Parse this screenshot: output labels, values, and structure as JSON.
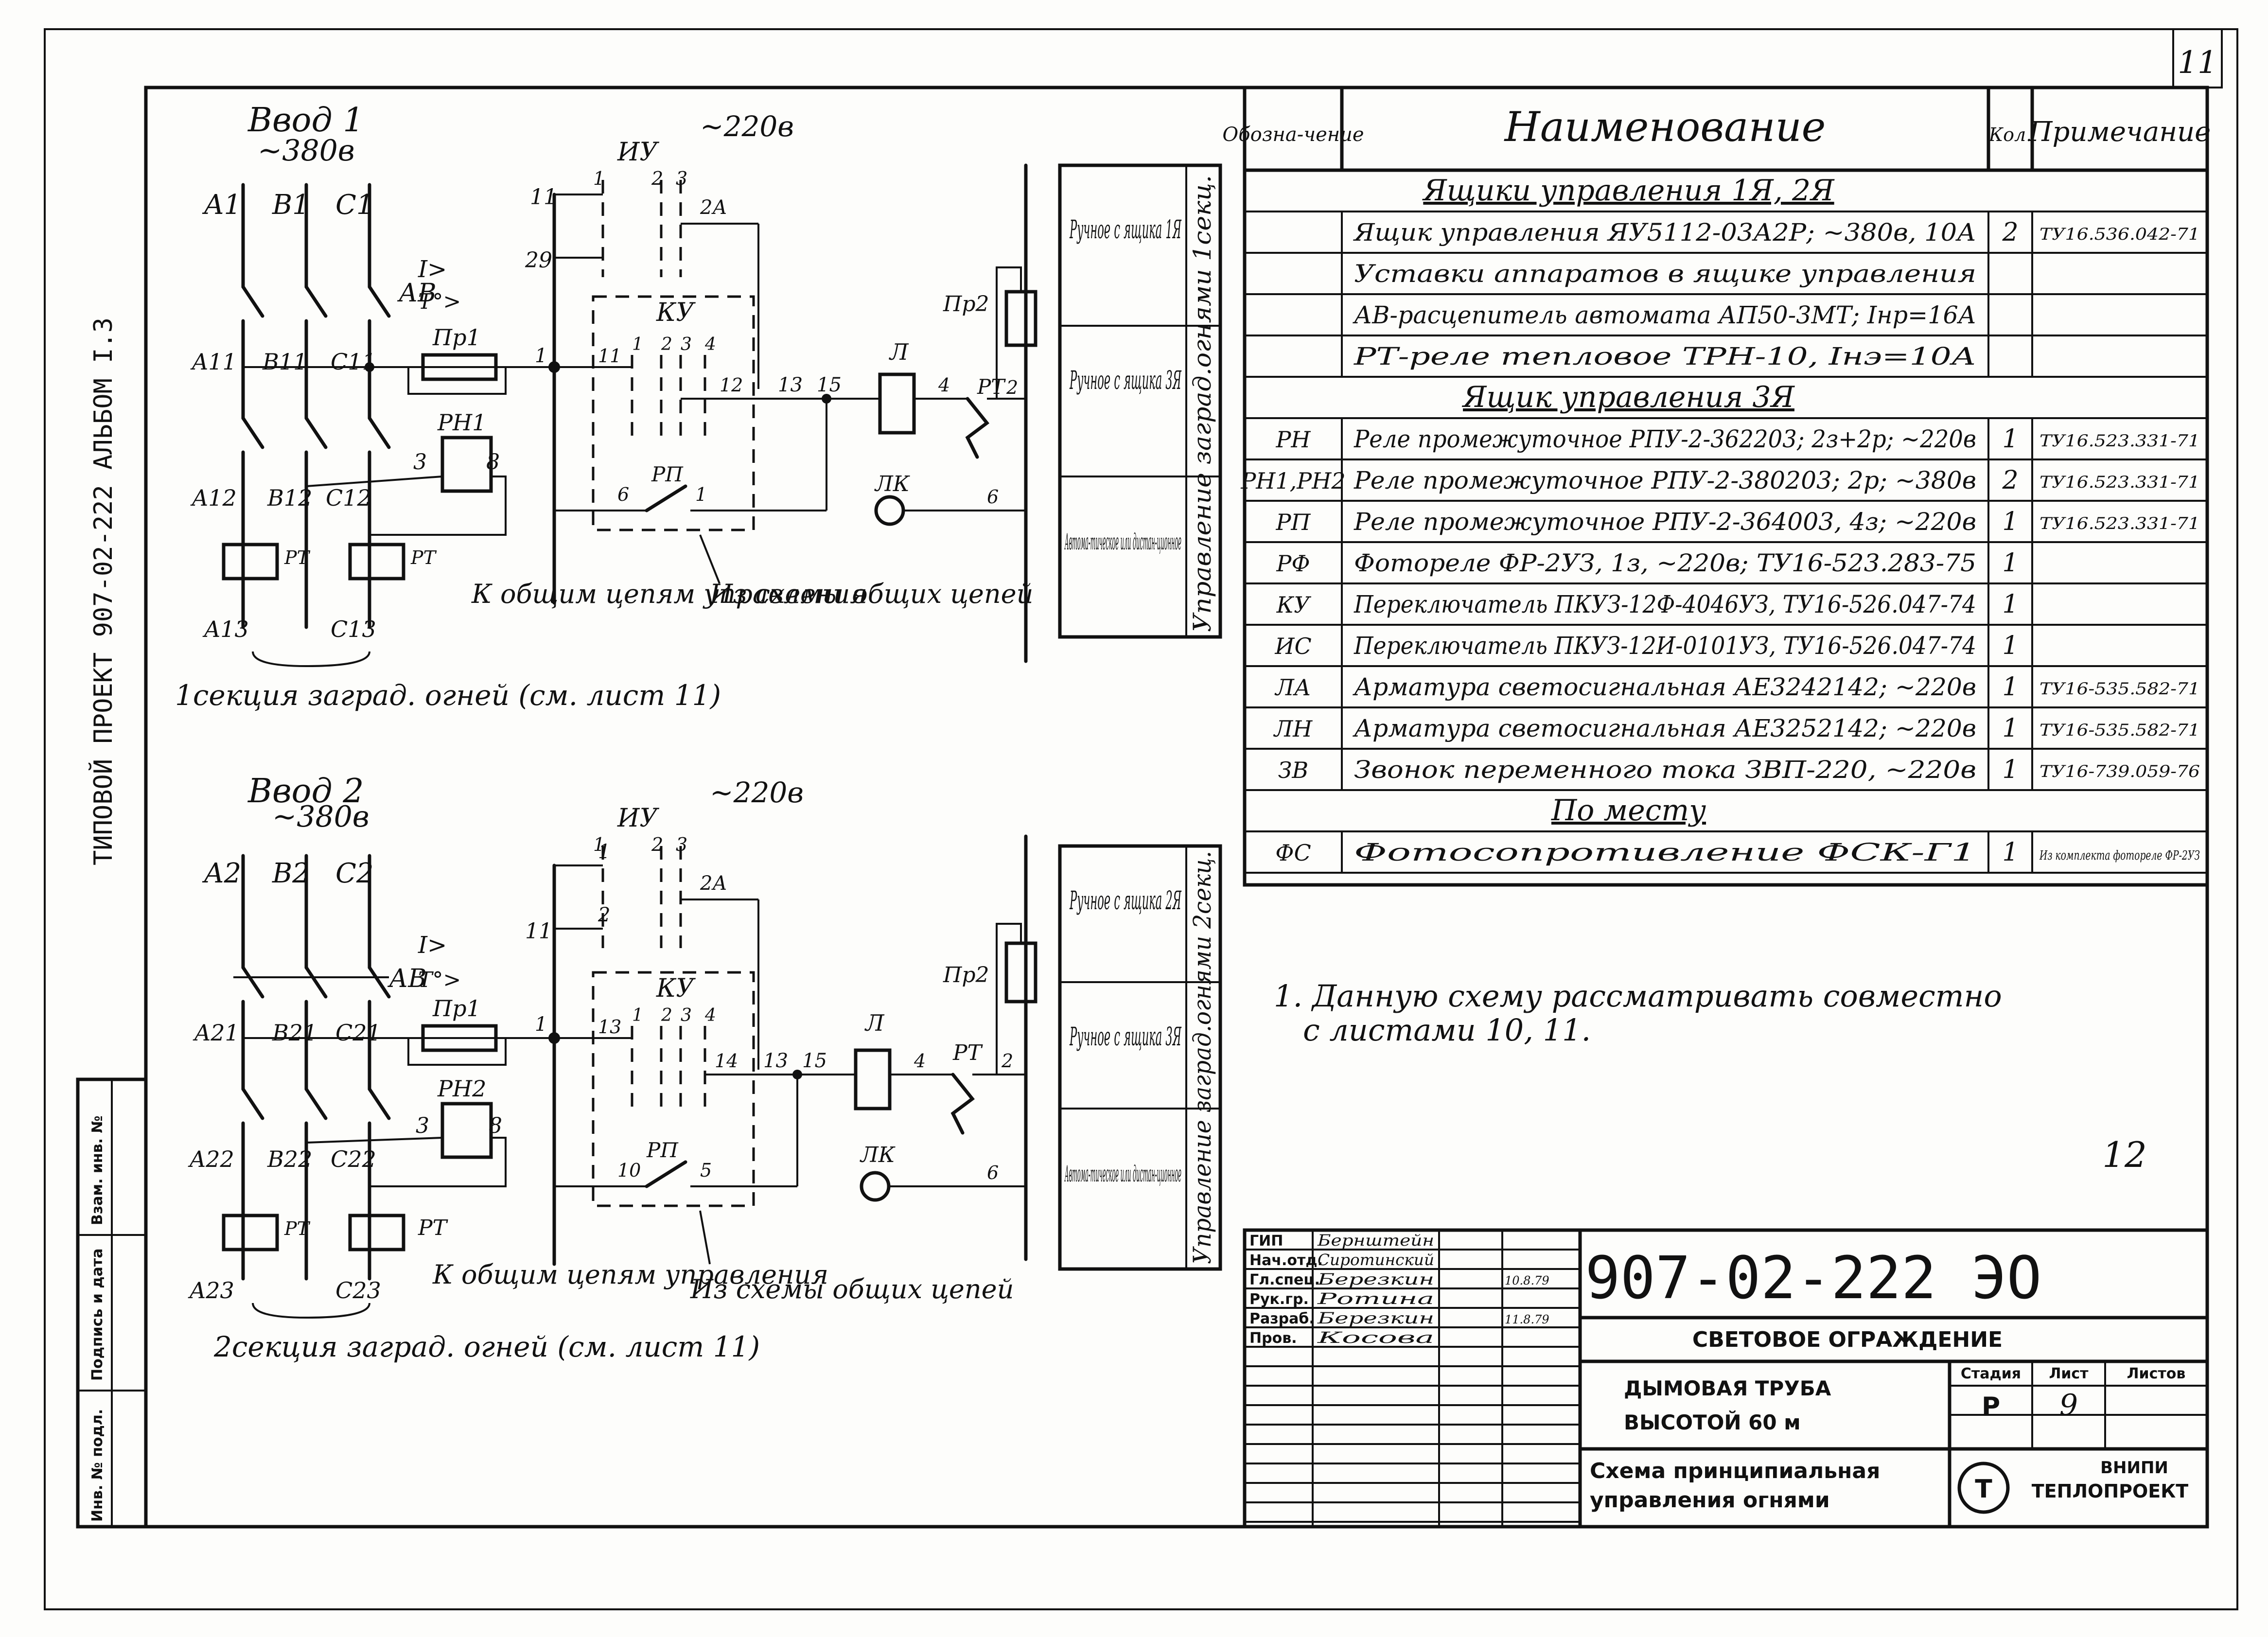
{
  "page_number": "11",
  "sheet_mark": "12",
  "side_stamp": "ТИПОВОЙ ПРОЕКТ 907-02-222 АЛЬБОМ I.3",
  "left_stamp": [
    "Инв. № подл.",
    "Подпись и дата",
    "Взам. инв. №"
  ],
  "section1": {
    "input_title": "Ввод 1",
    "input_voltage": "~380в",
    "phases": [
      "A1",
      "B1",
      "C1"
    ],
    "nodes_mid": [
      "A11",
      "B11",
      "C11"
    ],
    "nodes_low": [
      "A12",
      "B12",
      "C12"
    ],
    "nodes_out": [
      "A13",
      "C13"
    ],
    "breaker": "АВ",
    "breaker_marks": [
      "I>",
      "T°>"
    ],
    "fuse": "Пр1",
    "relay": "РН1",
    "thermal": "РТ",
    "wire_numbers": [
      "1",
      "3",
      "8",
      "11",
      "29",
      "1",
      "2",
      "2А",
      "11",
      "12",
      "13",
      "15",
      "4",
      "2",
      "6",
      "6",
      "1"
    ],
    "switch_iu": "ИУ",
    "iu_contacts": [
      "1",
      "2",
      "3"
    ],
    "switch_ku": "КУ",
    "ku_contacts": [
      "1",
      "2",
      "3",
      "4"
    ],
    "rp_label": "РП",
    "lamp_l": "Л",
    "lamp_lk": "ЛК",
    "fuse2": "Пр2",
    "rt_right": "РТ",
    "voltage_220": "~220в",
    "note_common": "К общим цепям управления",
    "note_scheme": "Из схемы общих цепей",
    "section_note": "1секция заград. огней (см. лист 11)",
    "modes": [
      "Ручное с ящика 1Я",
      "Ручное с ящика 3Я",
      "Автома-тическое или дистан-ционное"
    ],
    "mode_caption": "Управление заград.огнями 1секц."
  },
  "section2": {
    "input_title": "Ввод 2",
    "input_voltage": "~380в",
    "phases": [
      "A2",
      "B2",
      "C2"
    ],
    "nodes_mid": [
      "A21",
      "B21",
      "C21"
    ],
    "nodes_low": [
      "A22",
      "B22",
      "C22"
    ],
    "nodes_out": [
      "A23",
      "C23"
    ],
    "breaker": "АВ",
    "breaker_marks": [
      "I>",
      "T°>"
    ],
    "fuse": "Пр1",
    "relay": "РН2",
    "thermal": "РТ",
    "wire_numbers": [
      "1",
      "3",
      "8",
      "1",
      "11",
      "2",
      "2А",
      "13",
      "14",
      "13",
      "15",
      "4",
      "2",
      "6",
      "10",
      "5"
    ],
    "switch_iu": "ИУ",
    "iu_contacts": [
      "1",
      "2",
      "3"
    ],
    "switch_ku": "КУ",
    "ku_contacts": [
      "1",
      "2",
      "3",
      "4"
    ],
    "rp_label": "РП",
    "lamp_l": "Л",
    "lamp_lk": "ЛК",
    "fuse2": "Пр2",
    "rt_right": "РТ",
    "voltage_220": "~220в",
    "note_common": "К общим цепям управления",
    "note_scheme": "Из схемы общих цепей",
    "section_note": "2секция заград. огней (см. лист 11)",
    "modes": [
      "Ручное с ящика 2Я",
      "Ручное с ящика 3Я",
      "Автома-тическое или дистан-ционное"
    ],
    "mode_caption": "Управление заград.огнями 2секц."
  },
  "spec_table": {
    "headers": [
      "Обозна-чение",
      "Наименование",
      "Кол.",
      "Примечание"
    ],
    "rows": [
      {
        "type": "section",
        "name": "Ящики управления 1Я, 2Я"
      },
      {
        "type": "item",
        "code": "",
        "name": "Ящик управления ЯУ5112-03А2Р; ~380в, 10А",
        "qty": "2",
        "note": "ТУ16.536.042-71"
      },
      {
        "type": "item",
        "code": "",
        "name": "Уставки аппаратов в ящике управления",
        "qty": "",
        "note": ""
      },
      {
        "type": "item",
        "code": "",
        "name": "АВ-расцепитель автомата АП50-3МТ; Iнр=16А",
        "qty": "",
        "note": ""
      },
      {
        "type": "item",
        "code": "",
        "name": "РТ-реле тепловое ТРН-10, Iнэ=10А",
        "qty": "",
        "note": ""
      },
      {
        "type": "section",
        "name": "Ящик управления 3Я"
      },
      {
        "type": "item",
        "code": "РН",
        "name": "Реле промежуточное РПУ-2-362203; 2з+2р; ~220в",
        "qty": "1",
        "note": "ТУ16.523.331-71"
      },
      {
        "type": "item",
        "code": "РН1,РН2",
        "name": "Реле промежуточное РПУ-2-380203; 2р; ~380в",
        "qty": "2",
        "note": "ТУ16.523.331-71"
      },
      {
        "type": "item",
        "code": "РП",
        "name": "Реле промежуточное РПУ-2-364003, 4з; ~220в",
        "qty": "1",
        "note": "ТУ16.523.331-71"
      },
      {
        "type": "item",
        "code": "РФ",
        "name": "Фотореле ФР-2УЗ, 1з, ~220в; ТУ16-523.283-75",
        "qty": "1",
        "note": ""
      },
      {
        "type": "item",
        "code": "КУ",
        "name": "Переключатель ПКУЗ-12Ф-4046УЗ, ТУ16-526.047-74",
        "qty": "1",
        "note": ""
      },
      {
        "type": "item",
        "code": "ИС",
        "name": "Переключатель ПКУЗ-12И-0101УЗ, ТУ16-526.047-74",
        "qty": "1",
        "note": ""
      },
      {
        "type": "item",
        "code": "ЛА",
        "name": "Арматура светосигнальная АЕ3242142; ~220в",
        "qty": "1",
        "note": "ТУ16-535.582-71"
      },
      {
        "type": "item",
        "code": "ЛН",
        "name": "Арматура светосигнальная АЕ3252142; ~220в",
        "qty": "1",
        "note": "ТУ16-535.582-71"
      },
      {
        "type": "item",
        "code": "ЗВ",
        "name": "Звонок переменного тока ЗВП-220, ~220в",
        "qty": "1",
        "note": "ТУ16-739.059-76"
      },
      {
        "type": "section",
        "name": "По месту"
      },
      {
        "type": "item",
        "code": "ФС",
        "name": "Фотосопротивление ФСК-Г1",
        "qty": "1",
        "note": "Из комплекта фотореле ФР-2УЗ"
      }
    ]
  },
  "note_lines": [
    "1. Данную схему рассматривать совместно",
    "с листами 10, 11."
  ],
  "title_block": {
    "doc_number": "907-02-222 ЭО",
    "title": "СВЕТОВОЕ ОГРАЖДЕНИЕ",
    "object_line1": "ДЫМОВАЯ ТРУБА",
    "object_line2": "ВЫСОТОЙ 60 м",
    "drawing_name_1": "Схема принципиальная",
    "drawing_name_2": "управления огнями",
    "stage_header": "Стадия",
    "sheet_header": "Лист",
    "sheets_header": "Листов",
    "stage": "Р",
    "sheet": "9",
    "sheets": "",
    "org_line1": "ВНИПИ",
    "org_line2": "ТЕПЛОПРОЕКТ",
    "roles": [
      {
        "role": "ГИП",
        "name": "Бернштейн",
        "date": ""
      },
      {
        "role": "Нач.отд.",
        "name": "Сиротинский",
        "date": ""
      },
      {
        "role": "Гл.спец.",
        "name": "Березкин",
        "date": "10.8.79"
      },
      {
        "role": "Рук.гр.",
        "name": "Ротина",
        "date": ""
      },
      {
        "role": "Разраб.",
        "name": "Березкин",
        "date": "11.8.79"
      },
      {
        "role": "Пров.",
        "name": "Косова",
        "date": ""
      }
    ]
  }
}
